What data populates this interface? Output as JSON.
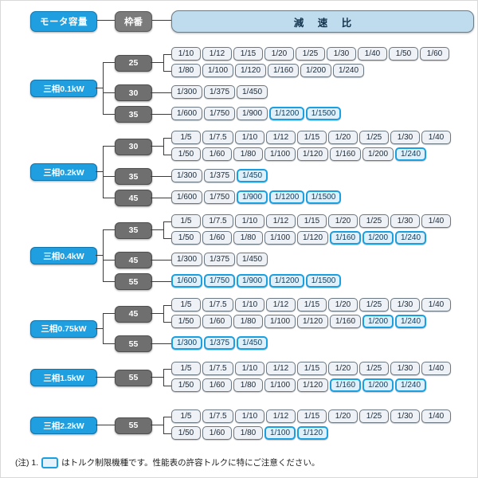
{
  "header": {
    "capacity_label": "モータ容量",
    "frame_label": "枠番",
    "ratio_label": "減 速 比"
  },
  "footnote": {
    "prefix": "(注) 1.",
    "suffix": "はトルク制限機種です。性能表の許容トルクに特にご注意ください。"
  },
  "colors": {
    "capacity_blue": "#1f9fe0",
    "frame_gray": "#6f6f6f",
    "ratio_header_blue": "#bfdcef",
    "highlight_border": "#1a9fe0",
    "highlight_fill": "#dff0fb",
    "cell_fill": "#eef1f5",
    "cell_border": "#6b7781",
    "line": "#3b3b3b"
  },
  "groups": [
    {
      "capacity": "三相0.1kW",
      "frames": [
        {
          "frame": "25",
          "rows": [
            {
              "cells": [
                {
                  "label": "1/10",
                  "highlight": false
                },
                {
                  "label": "1/12",
                  "highlight": false
                },
                {
                  "label": "1/15",
                  "highlight": false
                },
                {
                  "label": "1/20",
                  "highlight": false
                },
                {
                  "label": "1/25",
                  "highlight": false
                },
                {
                  "label": "1/30",
                  "highlight": false
                },
                {
                  "label": "1/40",
                  "highlight": false
                },
                {
                  "label": "1/50",
                  "highlight": false
                },
                {
                  "label": "1/60",
                  "highlight": false
                }
              ]
            },
            {
              "cells": [
                {
                  "label": "1/80",
                  "highlight": false
                },
                {
                  "label": "1/100",
                  "highlight": false
                },
                {
                  "label": "1/120",
                  "highlight": false
                },
                {
                  "label": "1/160",
                  "highlight": false
                },
                {
                  "label": "1/200",
                  "highlight": false
                },
                {
                  "label": "1/240",
                  "highlight": false
                }
              ]
            }
          ]
        },
        {
          "frame": "30",
          "rows": [
            {
              "cells": [
                {
                  "label": "1/300",
                  "highlight": false
                },
                {
                  "label": "1/375",
                  "highlight": false
                },
                {
                  "label": "1/450",
                  "highlight": false
                }
              ]
            }
          ]
        },
        {
          "frame": "35",
          "rows": [
            {
              "cells": [
                {
                  "label": "1/600",
                  "highlight": false
                },
                {
                  "label": "1/750",
                  "highlight": false
                },
                {
                  "label": "1/900",
                  "highlight": false
                },
                {
                  "label": "1/1200",
                  "highlight": true
                },
                {
                  "label": "1/1500",
                  "highlight": true
                }
              ]
            }
          ]
        }
      ]
    },
    {
      "capacity": "三相0.2kW",
      "frames": [
        {
          "frame": "30",
          "rows": [
            {
              "cells": [
                {
                  "label": "1/5",
                  "highlight": false
                },
                {
                  "label": "1/7.5",
                  "highlight": false
                },
                {
                  "label": "1/10",
                  "highlight": false
                },
                {
                  "label": "1/12",
                  "highlight": false
                },
                {
                  "label": "1/15",
                  "highlight": false
                },
                {
                  "label": "1/20",
                  "highlight": false
                },
                {
                  "label": "1/25",
                  "highlight": false
                },
                {
                  "label": "1/30",
                  "highlight": false
                },
                {
                  "label": "1/40",
                  "highlight": false
                }
              ]
            },
            {
              "cells": [
                {
                  "label": "1/50",
                  "highlight": false
                },
                {
                  "label": "1/60",
                  "highlight": false
                },
                {
                  "label": "1/80",
                  "highlight": false
                },
                {
                  "label": "1/100",
                  "highlight": false
                },
                {
                  "label": "1/120",
                  "highlight": false
                },
                {
                  "label": "1/160",
                  "highlight": false
                },
                {
                  "label": "1/200",
                  "highlight": false
                },
                {
                  "label": "1/240",
                  "highlight": true
                }
              ]
            }
          ]
        },
        {
          "frame": "35",
          "rows": [
            {
              "cells": [
                {
                  "label": "1/300",
                  "highlight": false
                },
                {
                  "label": "1/375",
                  "highlight": false
                },
                {
                  "label": "1/450",
                  "highlight": true
                }
              ]
            }
          ]
        },
        {
          "frame": "45",
          "rows": [
            {
              "cells": [
                {
                  "label": "1/600",
                  "highlight": false
                },
                {
                  "label": "1/750",
                  "highlight": false
                },
                {
                  "label": "1/900",
                  "highlight": true
                },
                {
                  "label": "1/1200",
                  "highlight": true
                },
                {
                  "label": "1/1500",
                  "highlight": true
                }
              ]
            }
          ]
        }
      ]
    },
    {
      "capacity": "三相0.4kW",
      "frames": [
        {
          "frame": "35",
          "rows": [
            {
              "cells": [
                {
                  "label": "1/5",
                  "highlight": false
                },
                {
                  "label": "1/7.5",
                  "highlight": false
                },
                {
                  "label": "1/10",
                  "highlight": false
                },
                {
                  "label": "1/12",
                  "highlight": false
                },
                {
                  "label": "1/15",
                  "highlight": false
                },
                {
                  "label": "1/20",
                  "highlight": false
                },
                {
                  "label": "1/25",
                  "highlight": false
                },
                {
                  "label": "1/30",
                  "highlight": false
                },
                {
                  "label": "1/40",
                  "highlight": false
                }
              ]
            },
            {
              "cells": [
                {
                  "label": "1/50",
                  "highlight": false
                },
                {
                  "label": "1/60",
                  "highlight": false
                },
                {
                  "label": "1/80",
                  "highlight": false
                },
                {
                  "label": "1/100",
                  "highlight": false
                },
                {
                  "label": "1/120",
                  "highlight": false
                },
                {
                  "label": "1/160",
                  "highlight": true
                },
                {
                  "label": "1/200",
                  "highlight": true
                },
                {
                  "label": "1/240",
                  "highlight": true
                }
              ]
            }
          ]
        },
        {
          "frame": "45",
          "rows": [
            {
              "cells": [
                {
                  "label": "1/300",
                  "highlight": false
                },
                {
                  "label": "1/375",
                  "highlight": false
                },
                {
                  "label": "1/450",
                  "highlight": false
                }
              ]
            }
          ]
        },
        {
          "frame": "55",
          "rows": [
            {
              "cells": [
                {
                  "label": "1/600",
                  "highlight": true
                },
                {
                  "label": "1/750",
                  "highlight": true
                },
                {
                  "label": "1/900",
                  "highlight": true
                },
                {
                  "label": "1/1200",
                  "highlight": true
                },
                {
                  "label": "1/1500",
                  "highlight": true
                }
              ]
            }
          ]
        }
      ]
    },
    {
      "capacity": "三相0.75kW",
      "frames": [
        {
          "frame": "45",
          "rows": [
            {
              "cells": [
                {
                  "label": "1/5",
                  "highlight": false
                },
                {
                  "label": "1/7.5",
                  "highlight": false
                },
                {
                  "label": "1/10",
                  "highlight": false
                },
                {
                  "label": "1/12",
                  "highlight": false
                },
                {
                  "label": "1/15",
                  "highlight": false
                },
                {
                  "label": "1/20",
                  "highlight": false
                },
                {
                  "label": "1/25",
                  "highlight": false
                },
                {
                  "label": "1/30",
                  "highlight": false
                },
                {
                  "label": "1/40",
                  "highlight": false
                }
              ]
            },
            {
              "cells": [
                {
                  "label": "1/50",
                  "highlight": false
                },
                {
                  "label": "1/60",
                  "highlight": false
                },
                {
                  "label": "1/80",
                  "highlight": false
                },
                {
                  "label": "1/100",
                  "highlight": false
                },
                {
                  "label": "1/120",
                  "highlight": false
                },
                {
                  "label": "1/160",
                  "highlight": false
                },
                {
                  "label": "1/200",
                  "highlight": true
                },
                {
                  "label": "1/240",
                  "highlight": true
                }
              ]
            }
          ]
        },
        {
          "frame": "55",
          "rows": [
            {
              "cells": [
                {
                  "label": "1/300",
                  "highlight": true
                },
                {
                  "label": "1/375",
                  "highlight": true
                },
                {
                  "label": "1/450",
                  "highlight": true
                }
              ]
            }
          ]
        }
      ]
    },
    {
      "capacity": "三相1.5kW",
      "frames": [
        {
          "frame": "55",
          "rows": [
            {
              "cells": [
                {
                  "label": "1/5",
                  "highlight": false
                },
                {
                  "label": "1/7.5",
                  "highlight": false
                },
                {
                  "label": "1/10",
                  "highlight": false
                },
                {
                  "label": "1/12",
                  "highlight": false
                },
                {
                  "label": "1/15",
                  "highlight": false
                },
                {
                  "label": "1/20",
                  "highlight": false
                },
                {
                  "label": "1/25",
                  "highlight": false
                },
                {
                  "label": "1/30",
                  "highlight": false
                },
                {
                  "label": "1/40",
                  "highlight": false
                }
              ]
            },
            {
              "cells": [
                {
                  "label": "1/50",
                  "highlight": false
                },
                {
                  "label": "1/60",
                  "highlight": false
                },
                {
                  "label": "1/80",
                  "highlight": false
                },
                {
                  "label": "1/100",
                  "highlight": false
                },
                {
                  "label": "1/120",
                  "highlight": false
                },
                {
                  "label": "1/160",
                  "highlight": true
                },
                {
                  "label": "1/200",
                  "highlight": true
                },
                {
                  "label": "1/240",
                  "highlight": true
                }
              ]
            }
          ]
        }
      ]
    },
    {
      "capacity": "三相2.2kW",
      "frames": [
        {
          "frame": "55",
          "rows": [
            {
              "cells": [
                {
                  "label": "1/5",
                  "highlight": false
                },
                {
                  "label": "1/7.5",
                  "highlight": false
                },
                {
                  "label": "1/10",
                  "highlight": false
                },
                {
                  "label": "1/12",
                  "highlight": false
                },
                {
                  "label": "1/15",
                  "highlight": false
                },
                {
                  "label": "1/20",
                  "highlight": false
                },
                {
                  "label": "1/25",
                  "highlight": false
                },
                {
                  "label": "1/30",
                  "highlight": false
                },
                {
                  "label": "1/40",
                  "highlight": false
                }
              ]
            },
            {
              "cells": [
                {
                  "label": "1/50",
                  "highlight": false
                },
                {
                  "label": "1/60",
                  "highlight": false
                },
                {
                  "label": "1/80",
                  "highlight": false
                },
                {
                  "label": "1/100",
                  "highlight": true
                },
                {
                  "label": "1/120",
                  "highlight": true
                }
              ]
            }
          ]
        }
      ]
    }
  ]
}
